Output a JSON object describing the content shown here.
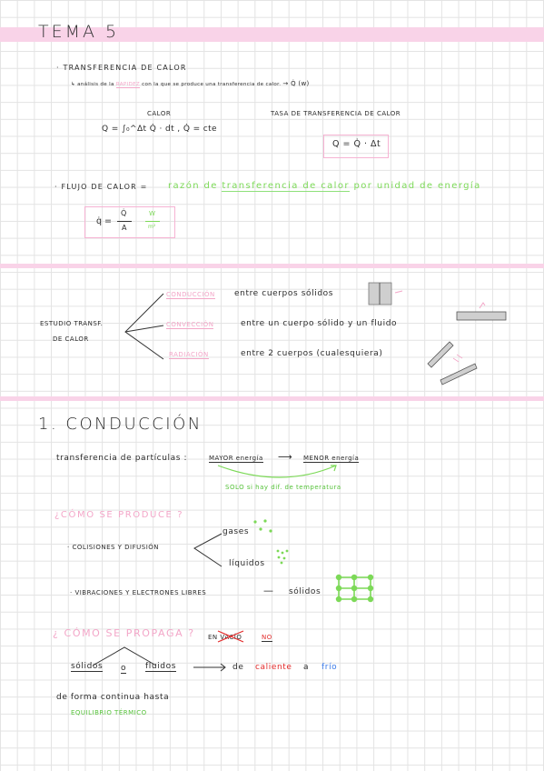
{
  "header": {
    "title": "TEMA 5"
  },
  "section_transfer": {
    "bullet1": "· TRANSFERENCIA  DE  CALOR",
    "sub_lead": "↳ análisis de la",
    "sub_highlight": "RAPIDEZ",
    "sub_rest": "con la que se produce una transferencia de calor.",
    "sub_arrow": "→ Q̇ (w)",
    "calor_label": "CALOR",
    "calor_formula": "Q = ∫₀^Δt  Q̇ · dt   ,  Q̇ = cte",
    "tasa_label": "TASA  DE  TRANSFERENCIA  DE  CALOR",
    "tasa_formula": "Q = Q̇ · Δt",
    "flujo_label": "· FLUJO  DE  CALOR =",
    "flujo_def_1": "razón de",
    "flujo_def_2": "transferencia de calor",
    "flujo_def_3": "por unidad de energía",
    "flujo_formula_lhs": "q̇ =",
    "flujo_formula_num": "Q̇",
    "flujo_formula_den": "A",
    "flujo_unit_num": "W",
    "flujo_unit_den": "m²"
  },
  "section_study": {
    "label_line1": "ESTUDIO  TRANSF.",
    "label_line2": "DE  CALOR",
    "items": [
      {
        "name": "CONDUCCIÓN",
        "desc": "entre  cuerpos  sólidos"
      },
      {
        "name": "CONVECCIÓN",
        "desc": "entre  un  cuerpo  sólido  y  un  fluido"
      },
      {
        "name": "RADIACIÓN",
        "desc": "entre  2  cuerpos    (cualesquiera)"
      }
    ]
  },
  "section_conduction": {
    "title": "1. CONDUCCIÓN",
    "transfer_lead": "transferencia  de  partículas :",
    "mayor": "MAYOR  energía",
    "arrow": "⟶",
    "menor": "MENOR  energía",
    "condition": "SOLO  si  hay  dif.  de  temperatura",
    "q1": "¿CÓMO  SE  PRODUCE ?",
    "mech1": "· COLISIONES  Y  DIFUSIÓN",
    "mech1_a": "gases",
    "mech1_b": "líquidos",
    "mech2": "· VIBRACIONES  Y  ELECTRONES  LIBRES",
    "mech2_dash": "—",
    "mech2_result": "sólidos",
    "q2": "¿ CÓMO  SE  PROPAGA ?",
    "en_vacio": "EN  VACÍO",
    "no": "NO",
    "solidos": "sólidos",
    "o": "o",
    "fluidos": "fluidos",
    "de": "de",
    "caliente": "caliente",
    "a": "a",
    "frio": "frío",
    "form_line": "de  forma  continua  hasta",
    "equilibrio": "EQUILIBRIO  TÉRMICO"
  },
  "colors": {
    "pink_band": "#f9d3e8",
    "pink_text": "#f3a6c8",
    "green": "#7cd957",
    "red": "#e32b2b",
    "blue": "#3b7bea"
  }
}
